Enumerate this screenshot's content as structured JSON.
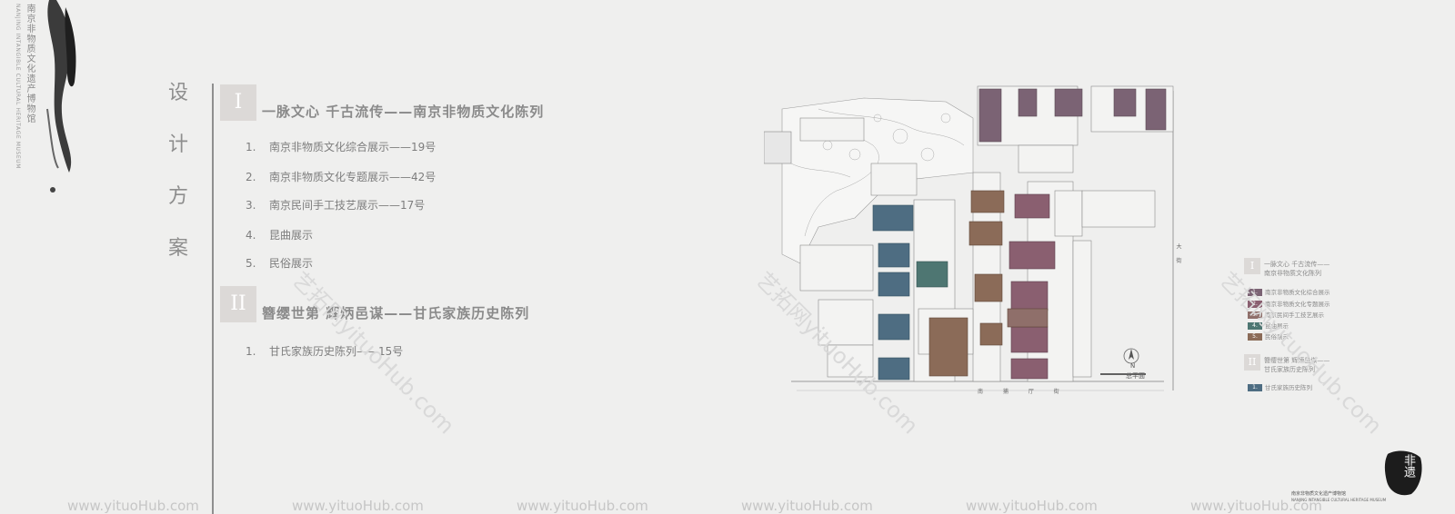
{
  "museum": {
    "name_cn": "南京非物质文化遗产博物馆",
    "name_en": "NANJING INTANGIBLE CULTURAL HERITAGE MUSEUM"
  },
  "page_title": [
    "设",
    "计",
    "方",
    "案"
  ],
  "sections": [
    {
      "roman": "I",
      "title": "一脉文心  千古流传——南京非物质文化陈列",
      "items": [
        {
          "num": "1.",
          "text": "南京非物质文化综合展示——19号"
        },
        {
          "num": "2.",
          "text": "南京非物质文化专题展示——42号"
        },
        {
          "num": "3.",
          "text": "南京民间手工技艺展示——17号"
        },
        {
          "num": "4.",
          "text": "昆曲展示"
        },
        {
          "num": "5.",
          "text": "民俗展示"
        }
      ]
    },
    {
      "roman": "II",
      "title": "簪缨世第  辉炳邑谋——甘氏家族历史陈列",
      "items": [
        {
          "num": "1.",
          "text": "甘氏家族历史陈列——15号"
        }
      ]
    }
  ],
  "map": {
    "label_plan": "总平面",
    "north": "N",
    "road_south": "南 捕 厅 街",
    "road_east": "大 街"
  },
  "legend": {
    "sections": [
      {
        "roman": "I",
        "line1": "一脉文心  千古流传——",
        "line2": "南京非物质文化陈列"
      },
      {
        "roman": "II",
        "line1": "簪缨世第  辉炳邑谋——",
        "line2": "甘氏家族历史陈列"
      }
    ],
    "items_1": [
      {
        "num": "1.",
        "text": "南京非物质文化综合展示"
      },
      {
        "num": "2.",
        "text": "南京非物质文化专题展示"
      },
      {
        "num": "3.",
        "text": "南京民间手工技艺展示"
      },
      {
        "num": "4.",
        "text": "昆曲展示"
      },
      {
        "num": "5.",
        "text": "民俗展示"
      }
    ],
    "items_2": [
      {
        "num": "1.",
        "text": "甘氏家族历史陈列"
      }
    ],
    "colors": {
      "c1": "#7b6374",
      "c2": "#8a5f70",
      "c3": "#8f6f6a",
      "c4": "#4e7672",
      "c5": "#8b6b58",
      "c_gan": "#4e6d82"
    }
  },
  "watermark": {
    "footer": "www.yituoHub.com",
    "diag": "艺拓网yituoHub.com"
  },
  "logo_text": "非遗",
  "logo_sub": "NANJING INTANGIBLE CULTURAL HERITAGE MUSEUM",
  "logo_cn": "南京非物质文化遗产博物馆"
}
